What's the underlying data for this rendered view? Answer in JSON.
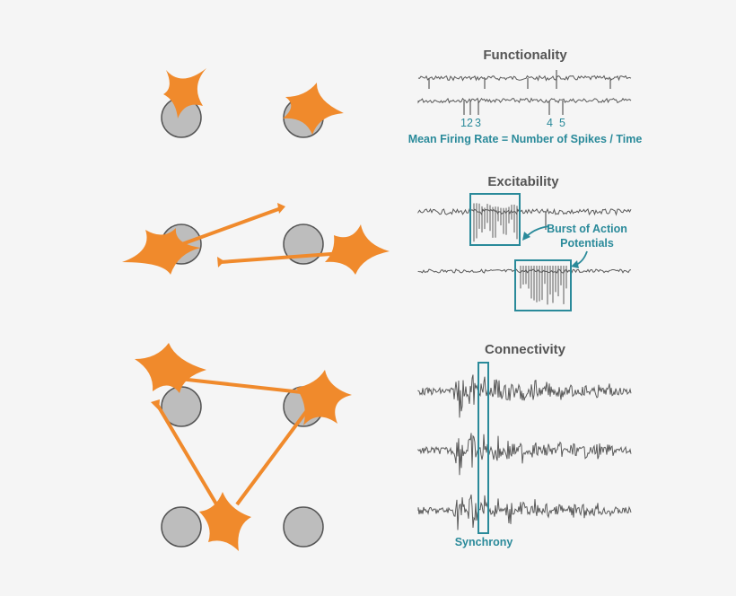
{
  "colors": {
    "background": "#f5f5f5",
    "neuron": "#f08a2c",
    "electrode_fill": "#bdbdbd",
    "electrode_stroke": "#555555",
    "trace": "#5a5a5a",
    "accent": "#2a8a9a",
    "heading": "#555555"
  },
  "functionality": {
    "title": "Functionality",
    "spike_labels": [
      "1",
      "2",
      "3",
      "4",
      "5"
    ],
    "caption": "Mean Firing Rate = Number of Spikes / Time"
  },
  "excitability": {
    "title": "Excitability",
    "burst_label_line1": "Burst of Action",
    "burst_label_line2": "Potentials"
  },
  "connectivity": {
    "title": "Connectivity",
    "synchrony_label": "Synchrony"
  }
}
